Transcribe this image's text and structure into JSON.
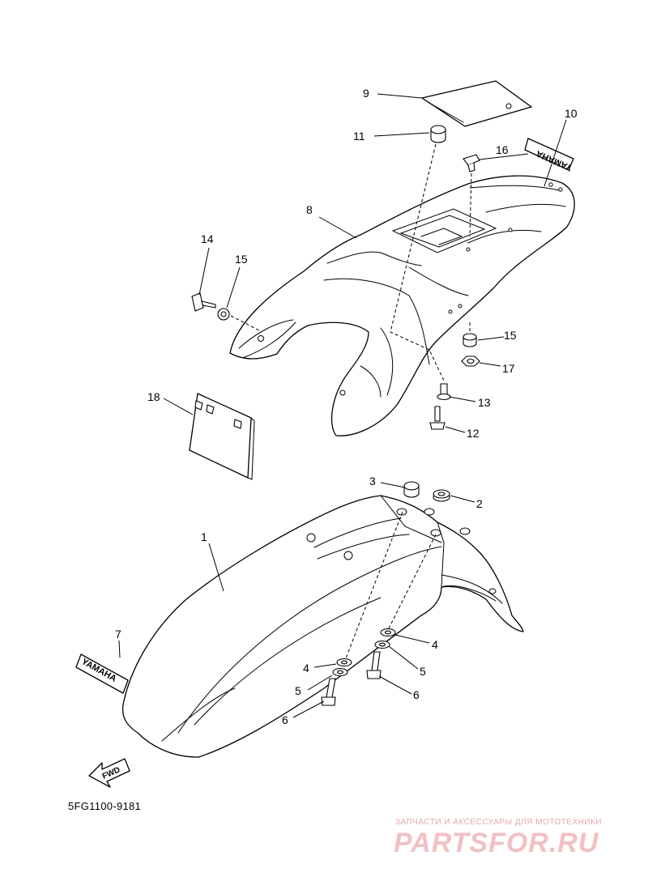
{
  "callouts": {
    "c1": "1",
    "c2": "2",
    "c3": "3",
    "c4a": "4",
    "c4b": "4",
    "c5a": "5",
    "c5b": "5",
    "c6a": "6",
    "c6b": "6",
    "c7": "7",
    "c8": "8",
    "c9": "9",
    "c10": "10",
    "c11": "11",
    "c12": "12",
    "c13": "13",
    "c14": "14",
    "c15a": "15",
    "c15b": "15",
    "c16": "16",
    "c17": "17",
    "c18": "18"
  },
  "decals": {
    "front_emblem": "YAMAHA",
    "rear_emblem": "YAMAHA",
    "fwd_arrow": "FWD"
  },
  "diagram_code": "5FG1100-9181",
  "watermark": {
    "tagline": "ЗАПЧАСТИ И АКСЕССУАРЫ ДЛЯ МОТОТЕХНИКИ",
    "logo": "PARTSFOR.RU"
  },
  "colors": {
    "line": "#000000",
    "background": "#ffffff",
    "watermark": "#f2c0c3"
  }
}
